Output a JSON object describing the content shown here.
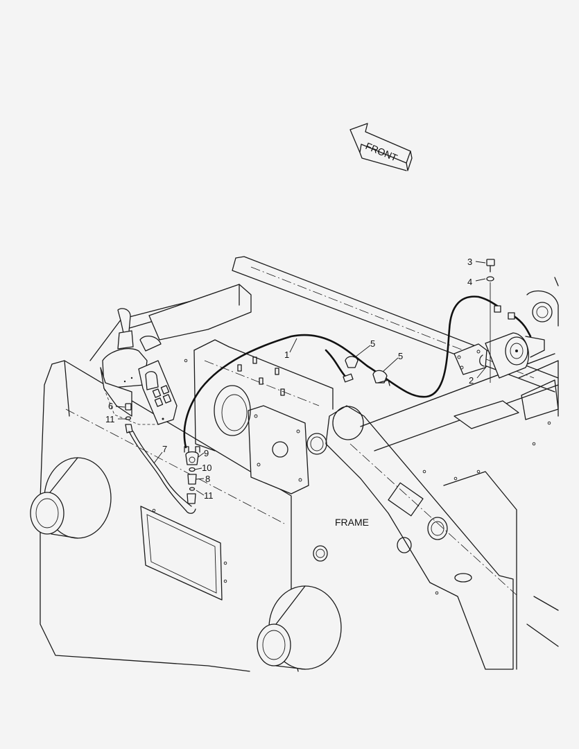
{
  "front_label": "FRONT",
  "frame_label": "FRAME",
  "callouts": [
    {
      "id": "c1",
      "text": "1"
    },
    {
      "id": "c2",
      "text": "2"
    },
    {
      "id": "c3",
      "text": "3"
    },
    {
      "id": "c4",
      "text": "4"
    },
    {
      "id": "c5a",
      "text": "5"
    },
    {
      "id": "c5b",
      "text": "5"
    },
    {
      "id": "c6",
      "text": "6"
    },
    {
      "id": "c7",
      "text": "7"
    },
    {
      "id": "c8",
      "text": "8"
    },
    {
      "id": "c9",
      "text": "9"
    },
    {
      "id": "c10",
      "text": "10"
    },
    {
      "id": "c11a",
      "text": "11"
    },
    {
      "id": "c11b",
      "text": "11"
    }
  ]
}
